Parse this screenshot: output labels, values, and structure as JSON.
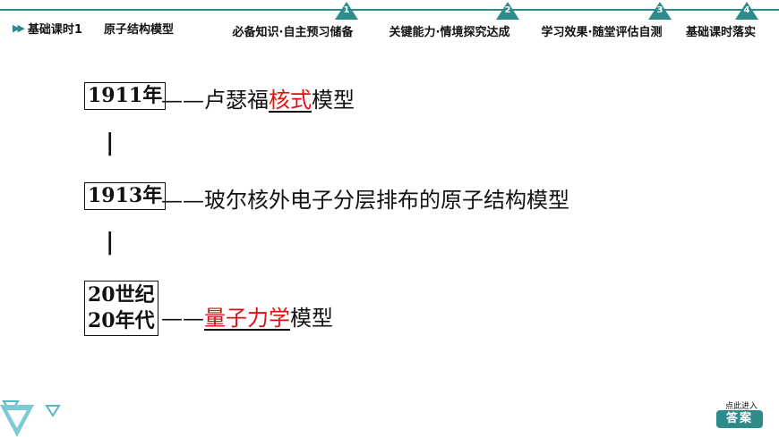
{
  "header": {
    "breadcrumb_title": "基础课时1",
    "breadcrumb_subtitle": "原子结构模型",
    "tabs": [
      {
        "number": "1",
        "label": "必备知识·自主预习储备"
      },
      {
        "number": "2",
        "label": "关键能力·情境探究达成"
      },
      {
        "number": "3",
        "label": "学习效果·随堂评估自测"
      },
      {
        "number": "4",
        "label": "基础课时落实"
      }
    ],
    "accent_color": "#2e8b8b"
  },
  "timeline": {
    "items": [
      {
        "year": "1911年",
        "prefix": "——卢瑟福",
        "highlight": "核式",
        "suffix": "模型"
      },
      {
        "year": "1913年",
        "prefix": "——玻尔核外电子分层排布的原子结构模型",
        "highlight": "",
        "suffix": ""
      },
      {
        "year_line1": "20世纪",
        "year_line2": "20年代",
        "prefix": "——",
        "highlight": "量子力学",
        "suffix": "模型"
      }
    ],
    "separator": "|",
    "highlight_color": "#dd1111"
  },
  "footer": {
    "answer_hint": "点此进入",
    "answer_label": "答案"
  }
}
